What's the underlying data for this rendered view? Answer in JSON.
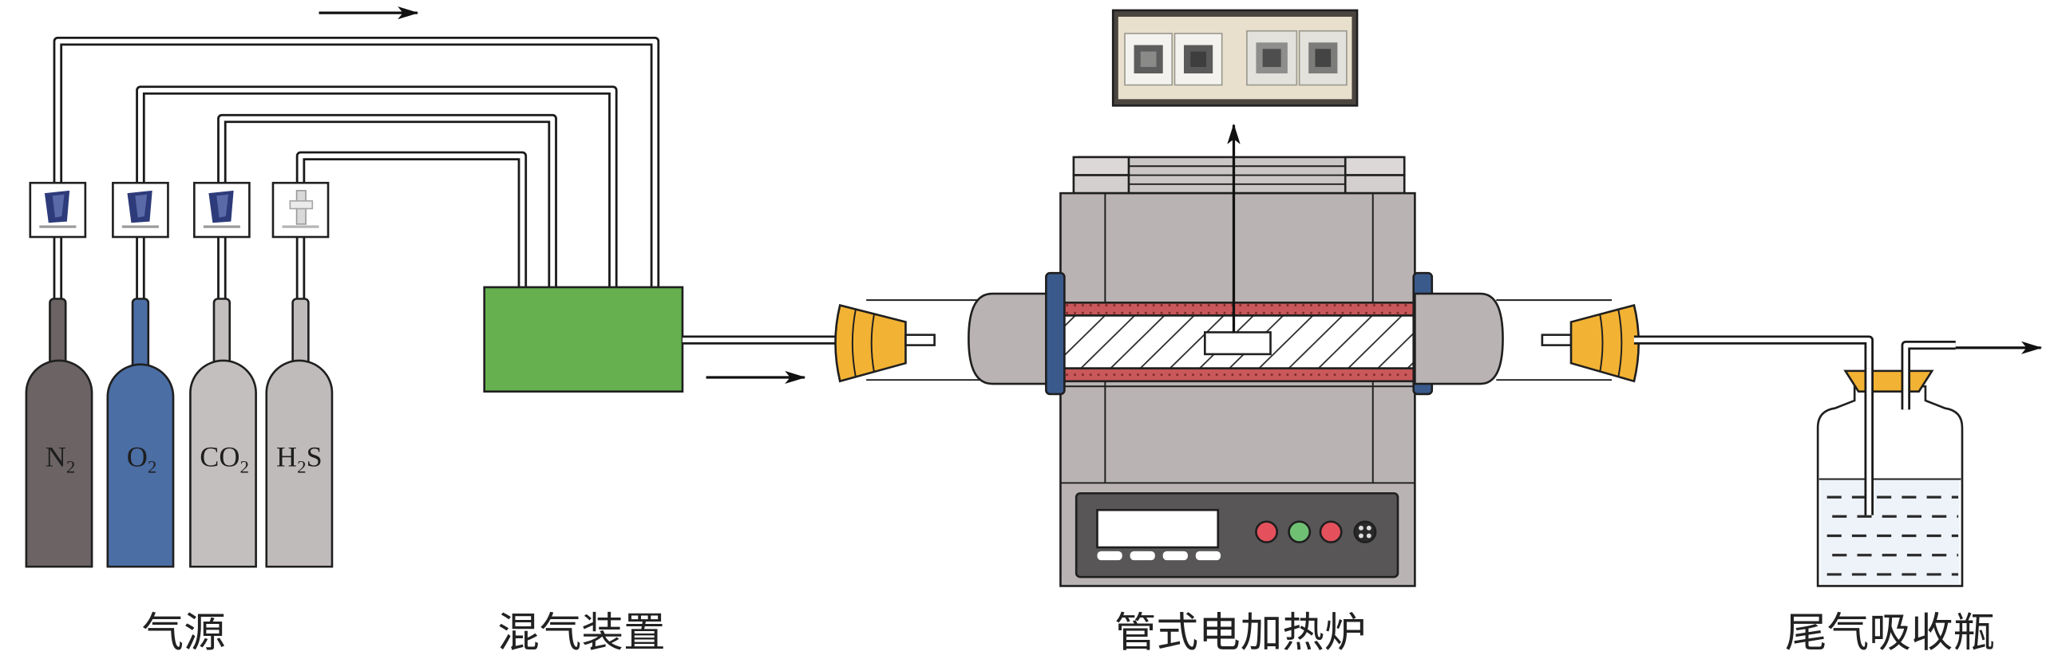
{
  "cylinders": [
    {
      "formula_main": "N",
      "formula_sub": "2",
      "formula_suffix": "",
      "color": "#6b6364"
    },
    {
      "formula_main": "O",
      "formula_sub": "2",
      "formula_suffix": "",
      "color": "#4b6ea5"
    },
    {
      "formula_main": "CO",
      "formula_sub": "2",
      "formula_suffix": "",
      "color": "#c4bfbf"
    },
    {
      "formula_main": "H",
      "formula_sub": "2",
      "formula_suffix": "S",
      "color": "#c0bbbb"
    }
  ],
  "labels": {
    "gas_source": "气源",
    "mixer": "混气装置",
    "furnace": "管式电加热炉",
    "absorber": "尾气吸收瓶"
  },
  "colors": {
    "mixer": "#66b04f",
    "connector": "#f2b233",
    "furnace_body": "#b9b3b3",
    "furnace_lid": "#cbc6c6",
    "heating_element": "#c9585a",
    "flange": "#3a5a8c",
    "control_panel": "#585656",
    "button_red": "#e4505c",
    "button_green": "#6fc073",
    "regulator_icon": "#2e3b7a",
    "regulator_icon_h2s": "#d9d9d9",
    "liquid": "#eef3f9"
  },
  "icons": {
    "regulator": "pressure-regulator-icon",
    "flow_arrow": "arrow-right-icon"
  }
}
